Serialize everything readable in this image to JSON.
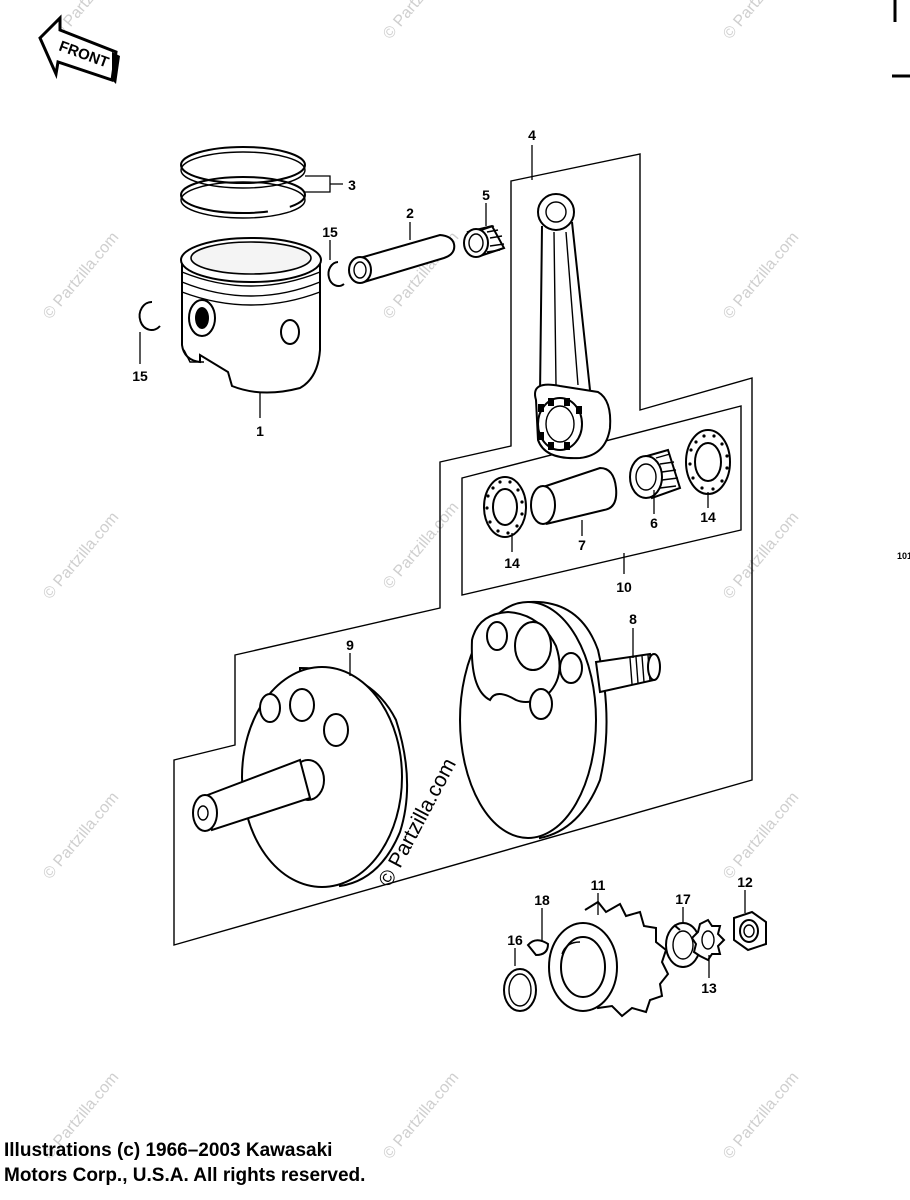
{
  "front_arrow_label": "FRONT",
  "side_code": "101",
  "center_watermark": "© Partzilla.com",
  "tile_watermark": "© Partzilla.com",
  "callouts": {
    "p1": "1",
    "p2": "2",
    "p3": "3",
    "p4": "4",
    "p5": "5",
    "p6": "6",
    "p7": "7",
    "p8": "8",
    "p9": "9",
    "p10": "10",
    "p11": "11",
    "p12": "12",
    "p13": "13",
    "p14a": "14",
    "p14b": "14",
    "p15a": "15",
    "p15b": "15",
    "p16": "16",
    "p17": "17",
    "p18": "18"
  },
  "copyright": {
    "line1": "Illustrations (c) 1966–2003 Kawasaki",
    "line2": "Motors Corp., U.S.A.  All rights reserved."
  }
}
